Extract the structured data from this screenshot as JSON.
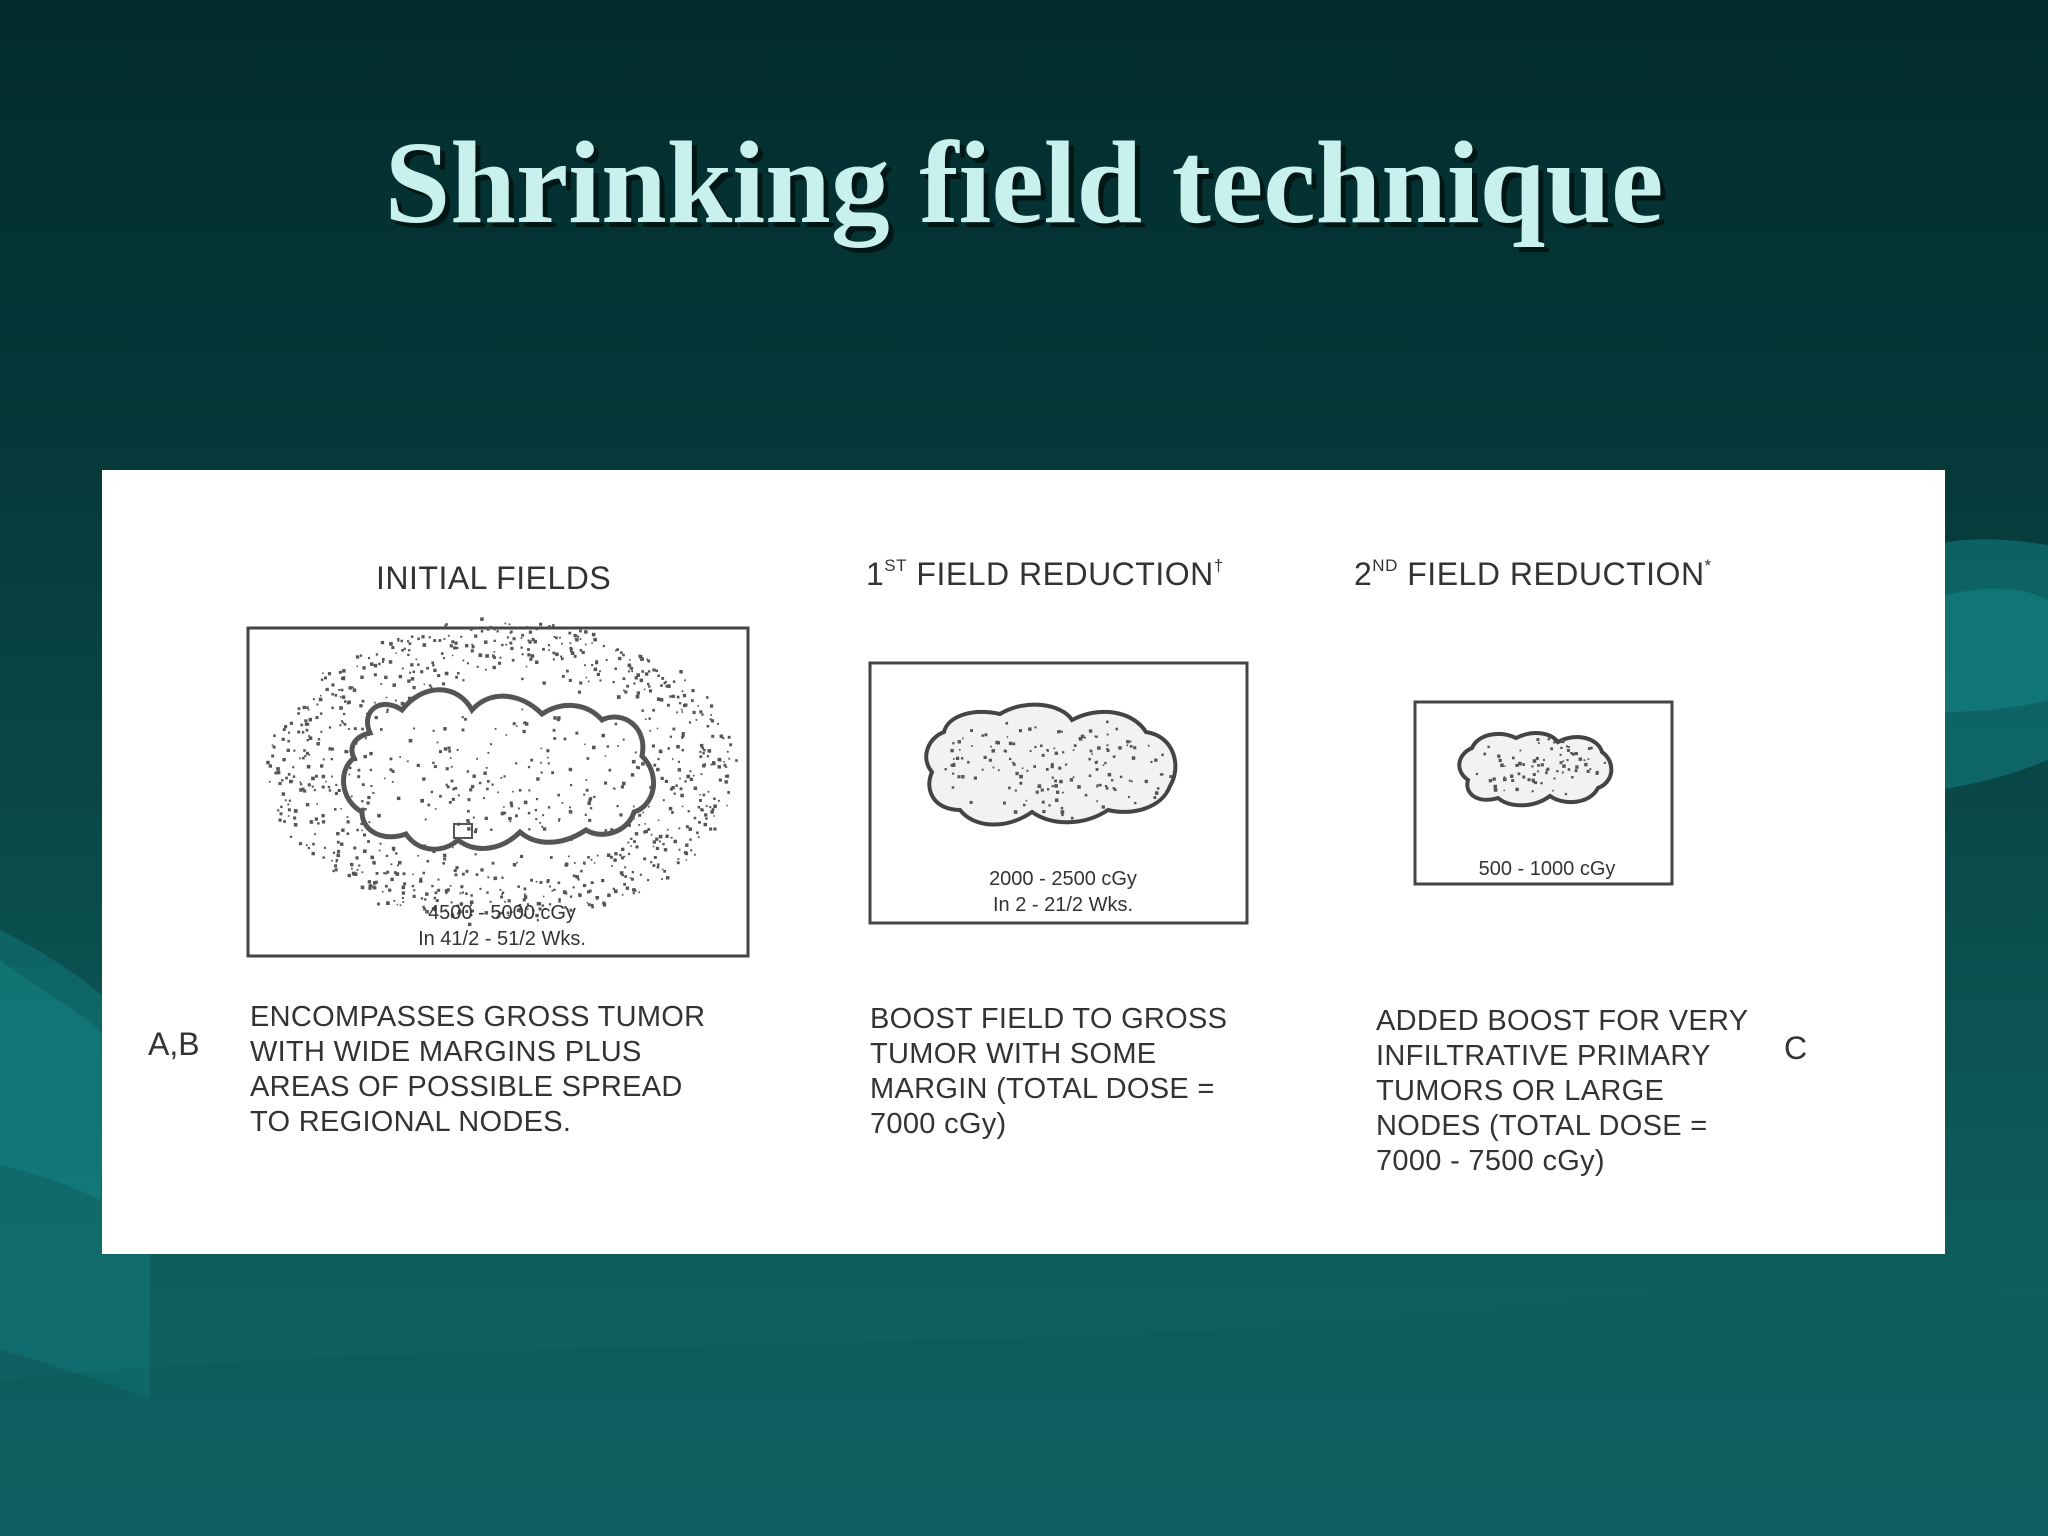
{
  "slide": {
    "title": "Shrinking field technique"
  },
  "figure": {
    "ref_left": "A,B",
    "ref_right": "C",
    "panels": [
      {
        "heading": "INITIAL FIELDS",
        "dose": "4500 - 5000 cGy",
        "duration": "In 41/2 - 51/2 Wks.",
        "description": "ENCOMPASSES GROSS TUMOR WITH WIDE MARGINS PLUS AREAS OF POSSIBLE SPREAD TO REGIONAL NODES."
      },
      {
        "heading_prefix": "1",
        "heading_sup": "ST",
        "heading_main": " FIELD REDUCTION",
        "heading_mark": "†",
        "dose": "2000 - 2500 cGy",
        "duration": "In 2 - 21/2 Wks.",
        "description": "BOOST FIELD TO GROSS TUMOR WITH SOME MARGIN  (TOTAL DOSE = 7000 cGy)"
      },
      {
        "heading_prefix": "2",
        "heading_sup": "ND",
        "heading_main": " FIELD REDUCTION",
        "heading_mark": "*",
        "dose": "500 - 1000 cGy",
        "description": "ADDED BOOST FOR VERY INFILTRATIVE PRIMARY TUMORS OR LARGE NODES  (TOTAL DOSE = 7000 - 7500 cGy)"
      }
    ]
  }
}
